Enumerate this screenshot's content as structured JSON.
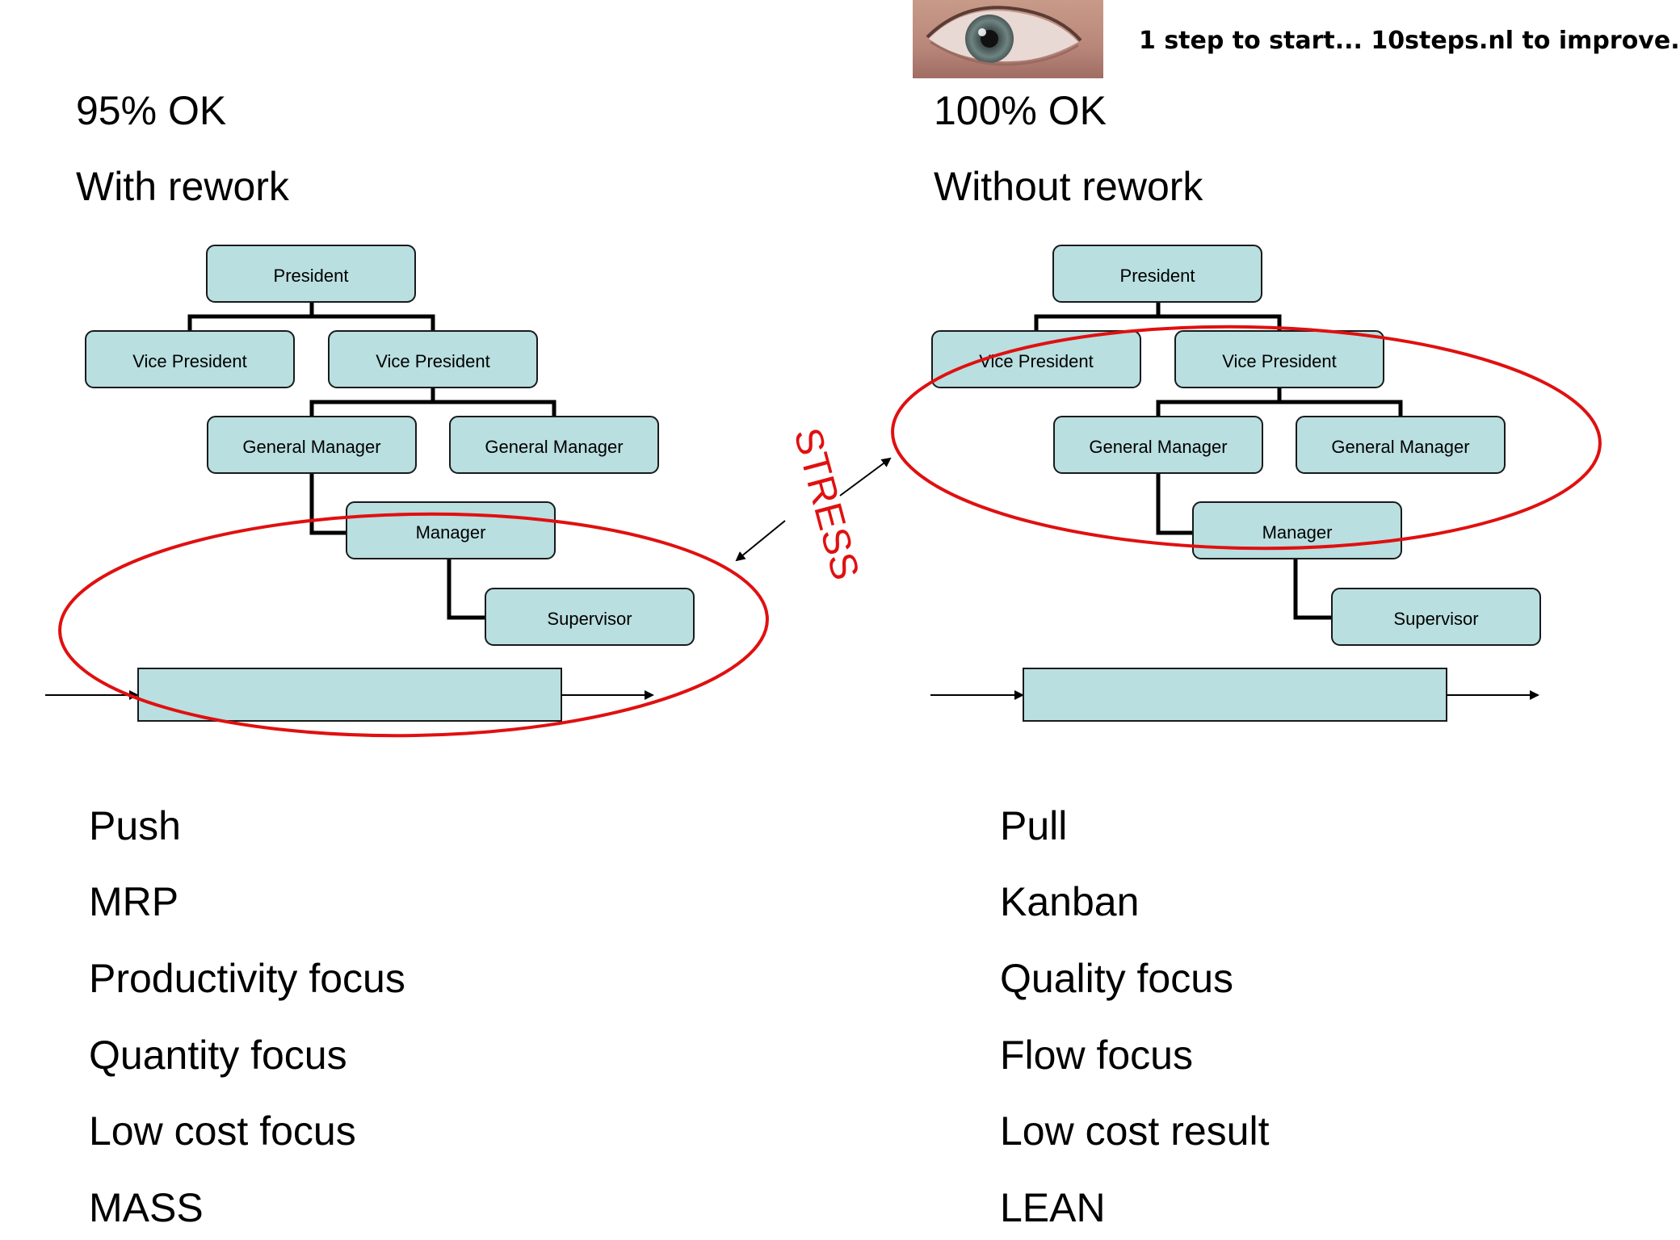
{
  "header": {
    "tagline": "1 step to start... 10steps.nl to improve.",
    "photo_icon": "eye-icon"
  },
  "left": {
    "heading1": "95% OK",
    "heading2": "With rework",
    "org": {
      "president": "President",
      "vp1": "Vice President",
      "vp2": "Vice President",
      "gm1": "General Manager",
      "gm2": "General Manager",
      "manager": "Manager",
      "supervisor": "Supervisor"
    },
    "list": [
      "Push",
      "MRP",
      "Productivity focus",
      "Quantity focus",
      "Low cost focus",
      "MASS"
    ]
  },
  "right": {
    "heading1": "100% OK",
    "heading2": "Without rework",
    "org": {
      "president": "President",
      "vp1": "Vice President",
      "vp2": "Vice President",
      "gm1": "General Manager",
      "gm2": "General Manager",
      "manager": "Manager",
      "supervisor": "Supervisor"
    },
    "list": [
      "Pull",
      "Kanban",
      "Quality focus",
      "Flow focus",
      "Low cost result",
      "LEAN"
    ]
  },
  "center": {
    "stress_label": "STRESS"
  },
  "colors": {
    "box_fill": "#b9dfe0",
    "box_stroke": "#1a1a1a",
    "ellipse_stroke": "#e01010",
    "stress_text": "#e01010"
  }
}
